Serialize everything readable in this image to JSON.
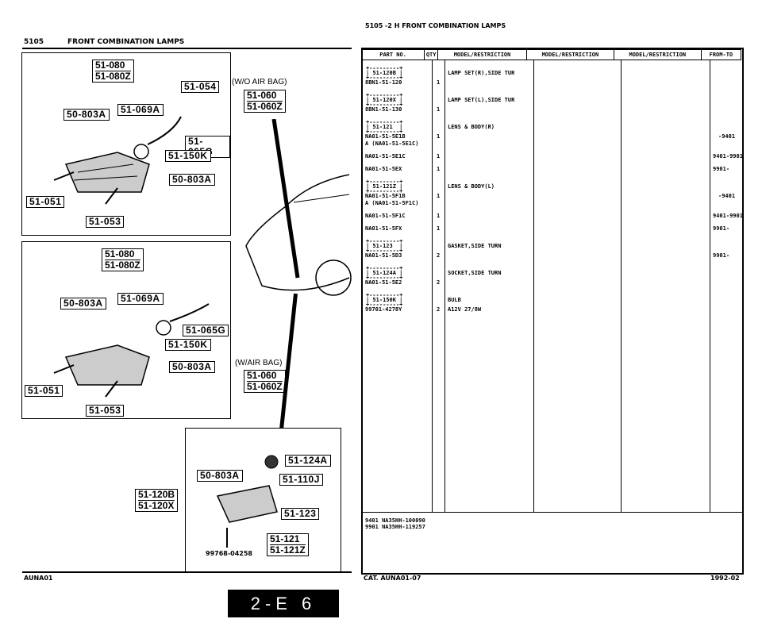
{
  "left_header": {
    "code": "5105",
    "title": "FRONT COMBINATION LAMPS"
  },
  "right_header": {
    "text": "5105 -2 H FRONT COMBINATION LAMPS"
  },
  "diagram": {
    "panel1": {
      "labels": [
        "51-080",
        "51-080Z",
        "51-054",
        "51-060",
        "51-060Z",
        "50-803A",
        "51-069A",
        "51-065G",
        "51-150K",
        "50-803A",
        "51-051",
        "51-053"
      ],
      "note": "(W/O AIR BAG)"
    },
    "panel2": {
      "labels": [
        "51-080",
        "51-080Z",
        "50-803A",
        "51-069A",
        "51-065G",
        "51-150K",
        "50-803A",
        "51-051",
        "51-053",
        "51-060",
        "51-060Z"
      ],
      "note": "(W/AIR BAG)"
    },
    "panel3": {
      "labels": [
        "51-124A",
        "50-803A",
        "51-110J",
        "51-120B",
        "51-120X",
        "51-123",
        "51-121",
        "51-121Z"
      ],
      "part_no": "99768-04258"
    }
  },
  "table": {
    "headers": [
      "PART NO.",
      "QTY",
      "MODEL/RESTRICTION",
      "MODEL/RESTRICTION",
      "MODEL/RESTRICTION",
      "FROM-TO"
    ],
    "rows": [
      {
        "ref": "51-120B",
        "part": "8BN1-51-120",
        "qty": "1",
        "desc": "LAMP SET(R),SIDE TUR",
        "from_to": ""
      },
      {
        "ref": "51-120X",
        "part": "8BN1-51-130",
        "qty": "1",
        "desc": "LAMP SET(L),SIDE TUR",
        "from_to": ""
      },
      {
        "ref": "51-121",
        "part": "NA01-51-5E1B",
        "qty": "1",
        "desc": "LENS & BODY(R)",
        "alt": "A (NA01-51-5E1C)",
        "from_to": "-9401"
      },
      {
        "ref": "",
        "part": "NA01-51-5E1C",
        "qty": "1",
        "desc": "",
        "from_to": "9401-9901"
      },
      {
        "ref": "",
        "part": "NA01-51-5EX",
        "qty": "1",
        "desc": "",
        "from_to": "9901-"
      },
      {
        "ref": "51-121Z",
        "part": "NA01-51-5F1B",
        "qty": "1",
        "desc": "LENS & BODY(L)",
        "alt": "A (NA01-51-5F1C)",
        "from_to": "-9401"
      },
      {
        "ref": "",
        "part": "NA01-51-5F1C",
        "qty": "1",
        "desc": "",
        "from_to": "9401-9901"
      },
      {
        "ref": "",
        "part": "NA01-51-5FX",
        "qty": "1",
        "desc": "",
        "from_to": "9901-"
      },
      {
        "ref": "51-123",
        "part": "NA01-51-5D3",
        "qty": "2",
        "desc": "GASKET,SIDE TURN",
        "from_to": "9901-"
      },
      {
        "ref": "51-124A",
        "part": "NA01-51-5E2",
        "qty": "2",
        "desc": "SOCKET,SIDE TURN",
        "from_to": ""
      },
      {
        "ref": "51-150K",
        "part": "99701-4278Y",
        "qty": "2",
        "desc": "BULB",
        "desc2": "A12V 27/8W",
        "from_to": ""
      }
    ],
    "footnotes": [
      "9401 NA35HH-100090",
      "9901 NA35HH-119257"
    ]
  },
  "footer": {
    "left": "AUNA01",
    "cat": "CAT. AUNA01-07",
    "date": "1992-02"
  },
  "page_badge": "2-E 6"
}
